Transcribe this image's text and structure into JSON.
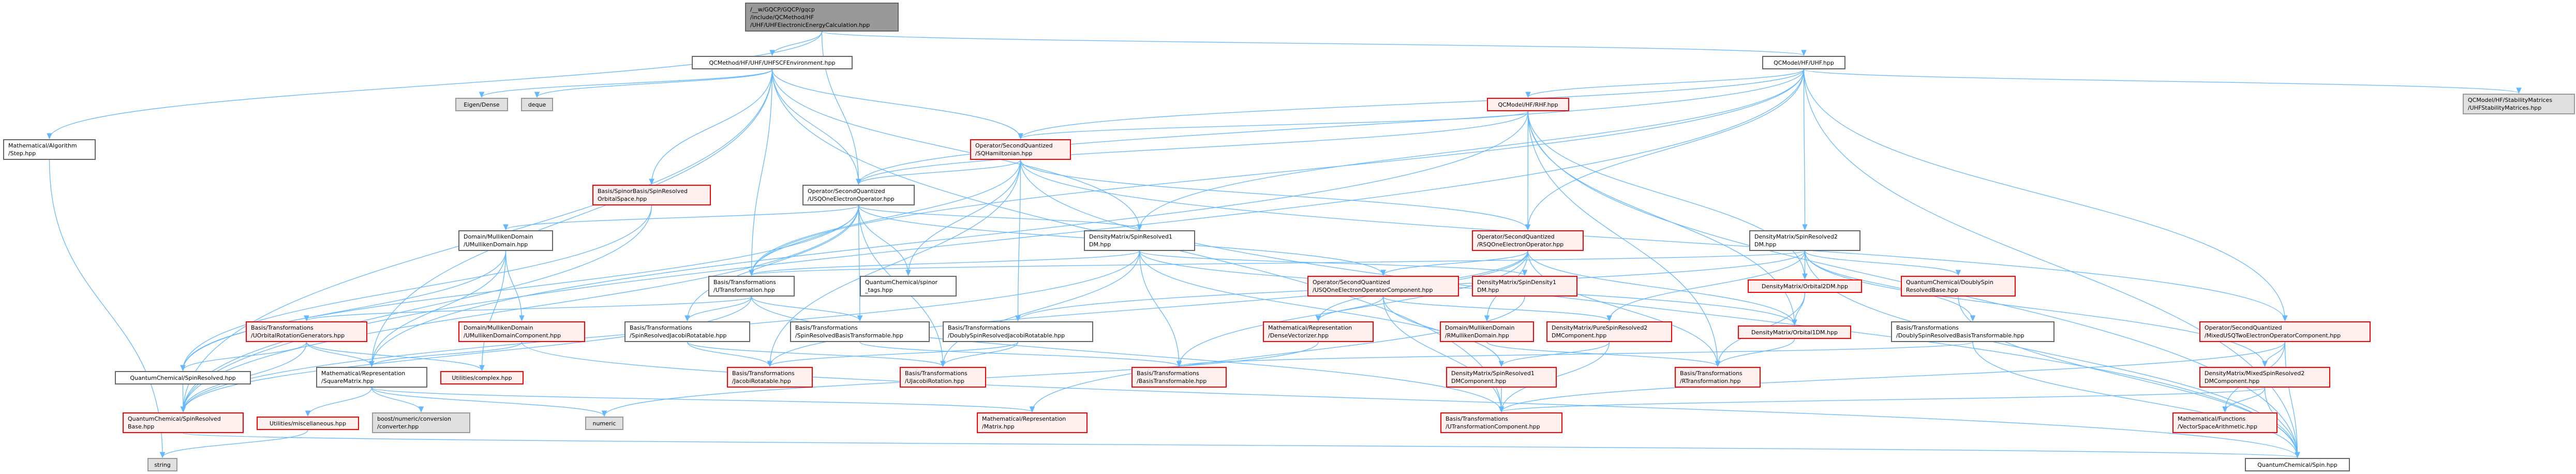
{
  "colors": {
    "edge": "#63b8ff",
    "red_border": "#ff0000",
    "red_fill": "#fff0f0",
    "ext_fill": "#e0e0e0",
    "root_fill": "#999999"
  },
  "nodes": [
    {
      "id": "root",
      "kind": "root",
      "lines": [
        "/__w/GQCP/GQCP/gqcp",
        "/include/QCMethod/HF",
        "/UHF/UHFElectronicEnergyCalculation.hpp"
      ]
    },
    {
      "id": "uhfscfenv",
      "kind": "plain",
      "lines": [
        "QCMethod/HF/UHF/UHFSCFEnvironment.hpp"
      ]
    },
    {
      "id": "uhf",
      "kind": "plain",
      "lines": [
        "QCModel/HF/UHF.hpp"
      ]
    },
    {
      "id": "rhf",
      "kind": "red",
      "lines": [
        "QCModel/HF/RHF.hpp"
      ]
    },
    {
      "id": "stability",
      "kind": "ext",
      "lines": [
        "QCModel/HF/StabilityMatrices",
        "/UHFStabilityMatrices.hpp"
      ]
    },
    {
      "id": "step",
      "kind": "plain",
      "lines": [
        "Mathematical/Algorithm",
        "/Step.hpp"
      ]
    },
    {
      "id": "eigen",
      "kind": "ext",
      "lines": [
        "Eigen/Dense"
      ]
    },
    {
      "id": "deque",
      "kind": "ext",
      "lines": [
        "deque"
      ]
    },
    {
      "id": "sqham",
      "kind": "red",
      "lines": [
        "Operator/SecondQuantized",
        "/SQHamiltonian.hpp"
      ]
    },
    {
      "id": "orbspace",
      "kind": "red",
      "lines": [
        "Basis/SpinorBasis/SpinResolved",
        "OrbitalSpace.hpp"
      ]
    },
    {
      "id": "usqone",
      "kind": "plain",
      "lines": [
        "Operator/SecondQuantized",
        "/USQOneElectronOperator.hpp"
      ]
    },
    {
      "id": "rsqone",
      "kind": "red",
      "lines": [
        "Operator/SecondQuantized",
        "/RSQOneElectronOperator.hpp"
      ]
    },
    {
      "id": "sr1dm",
      "kind": "plain",
      "lines": [
        "DensityMatrix/SpinResolved1",
        "DM.hpp"
      ]
    },
    {
      "id": "sr2dm",
      "kind": "plain",
      "lines": [
        "DensityMatrix/SpinResolved2",
        "DM.hpp"
      ]
    },
    {
      "id": "umull",
      "kind": "plain",
      "lines": [
        "Domain/MullikenDomain",
        "/UMullikenDomain.hpp"
      ]
    },
    {
      "id": "utrans",
      "kind": "plain",
      "lines": [
        "Basis/Transformations",
        "/UTransformation.hpp"
      ]
    },
    {
      "id": "spinortags",
      "kind": "plain",
      "lines": [
        "QuantumChemical/spinor",
        "_tags.hpp"
      ]
    },
    {
      "id": "usqonecomp",
      "kind": "red",
      "lines": [
        "Operator/SecondQuantized",
        "/USQOneElectronOperatorComponent.hpp"
      ]
    },
    {
      "id": "spindens1dm",
      "kind": "red",
      "lines": [
        "DensityMatrix/SpinDensity1",
        "DM.hpp"
      ]
    },
    {
      "id": "orb2dm",
      "kind": "red",
      "lines": [
        "DensityMatrix/Orbital2DM.hpp"
      ]
    },
    {
      "id": "dsrbase",
      "kind": "red",
      "lines": [
        "QuantumChemical/DoublySpin",
        "ResolvedBase.hpp"
      ]
    },
    {
      "id": "uorbrot",
      "kind": "red",
      "lines": [
        "Basis/Transformations",
        "/UOrbitalRotationGenerators.hpp"
      ]
    },
    {
      "id": "umullcomp",
      "kind": "red",
      "lines": [
        "Domain/MullikenDomain",
        "/UMullikenDomainComponent.hpp"
      ]
    },
    {
      "id": "srjacobi",
      "kind": "plain",
      "lines": [
        "Basis/Transformations",
        "/SpinResolvedJacobiRotatable.hpp"
      ]
    },
    {
      "id": "srbasistr",
      "kind": "plain",
      "lines": [
        "Basis/Transformations",
        "/SpinResolvedBasisTransformable.hpp"
      ]
    },
    {
      "id": "dsrjacobi",
      "kind": "plain",
      "lines": [
        "Basis/Transformations",
        "/DoublySpinResolvedJacobiRotatable.hpp"
      ]
    },
    {
      "id": "densevec",
      "kind": "red",
      "lines": [
        "Mathematical/Representation",
        "/DenseVectorizer.hpp"
      ]
    },
    {
      "id": "rmull",
      "kind": "red",
      "lines": [
        "Domain/MullikenDomain",
        "/RMullikenDomain.hpp"
      ]
    },
    {
      "id": "puresr2dm",
      "kind": "red",
      "lines": [
        "DensityMatrix/PureSpinResolved2",
        "DMComponent.hpp"
      ]
    },
    {
      "id": "orb1dm",
      "kind": "red",
      "lines": [
        "DensityMatrix/Orbital1DM.hpp"
      ]
    },
    {
      "id": "dsrbasistr",
      "kind": "plain",
      "lines": [
        "Basis/Transformations",
        "/DoublySpinResolvedBasisTransformable.hpp"
      ]
    },
    {
      "id": "mixedusq",
      "kind": "red",
      "lines": [
        "Operator/SecondQuantized",
        "/MixedUSQTwoElectronOperatorComponent.hpp"
      ]
    },
    {
      "id": "spinresolved",
      "kind": "plain",
      "lines": [
        "QuantumChemical/SpinResolved.hpp"
      ]
    },
    {
      "id": "squarematrix",
      "kind": "plain",
      "lines": [
        "Mathematical/Representation",
        "/SquareMatrix.hpp"
      ]
    },
    {
      "id": "complex",
      "kind": "red",
      "lines": [
        "Utilities/complex.hpp"
      ]
    },
    {
      "id": "jacobirot",
      "kind": "red",
      "lines": [
        "Basis/Transformations",
        "/JacobiRotatable.hpp"
      ]
    },
    {
      "id": "ujacobi",
      "kind": "red",
      "lines": [
        "Basis/Transformations",
        "/UJacobiRotation.hpp"
      ]
    },
    {
      "id": "basistr",
      "kind": "red",
      "lines": [
        "Basis/Transformations",
        "/BasisTransformable.hpp"
      ]
    },
    {
      "id": "sr1dmcomp",
      "kind": "red",
      "lines": [
        "DensityMatrix/SpinResolved1",
        "DMComponent.hpp"
      ]
    },
    {
      "id": "rtrans",
      "kind": "red",
      "lines": [
        "Basis/Transformations",
        "/RTransformation.hpp"
      ]
    },
    {
      "id": "mixedsr2dm",
      "kind": "red",
      "lines": [
        "DensityMatrix/MixedSpinResolved2",
        "DMComponent.hpp"
      ]
    },
    {
      "id": "srbase",
      "kind": "red",
      "lines": [
        "QuantumChemical/SpinResolved",
        "Base.hpp"
      ]
    },
    {
      "id": "misc",
      "kind": "red",
      "lines": [
        "Utilities/miscellaneous.hpp"
      ]
    },
    {
      "id": "converter",
      "kind": "ext",
      "lines": [
        "boost/numeric/conversion",
        "/converter.hpp"
      ]
    },
    {
      "id": "numeric",
      "kind": "ext",
      "lines": [
        "numeric"
      ]
    },
    {
      "id": "matrix",
      "kind": "red",
      "lines": [
        "Mathematical/Representation",
        "/Matrix.hpp"
      ]
    },
    {
      "id": "utranscomp",
      "kind": "red",
      "lines": [
        "Basis/Transformations",
        "/UTransformationComponent.hpp"
      ]
    },
    {
      "id": "vsa",
      "kind": "red",
      "lines": [
        "Mathematical/Functions",
        "/VectorSpaceArithmetic.hpp"
      ]
    },
    {
      "id": "string",
      "kind": "ext",
      "lines": [
        "string"
      ]
    },
    {
      "id": "spin",
      "kind": "plain",
      "lines": [
        "QuantumChemical/Spin.hpp"
      ]
    }
  ],
  "edges": [
    [
      "root",
      "uhfscfenv"
    ],
    [
      "root",
      "usqone"
    ],
    [
      "root",
      "uhf"
    ],
    [
      "root",
      "step"
    ],
    [
      "uhfscfenv",
      "eigen"
    ],
    [
      "uhfscfenv",
      "deque"
    ],
    [
      "uhfscfenv",
      "sqham"
    ],
    [
      "uhfscfenv",
      "usqone"
    ],
    [
      "uhfscfenv",
      "orbspace"
    ],
    [
      "uhfscfenv",
      "utrans"
    ],
    [
      "uhfscfenv",
      "sr1dm"
    ],
    [
      "uhfscfenv",
      "squarematrix"
    ],
    [
      "uhfscfenv",
      "utranscomp"
    ],
    [
      "uhfscfenv",
      "srbase"
    ],
    [
      "uhf",
      "rhf"
    ],
    [
      "uhf",
      "usqone"
    ],
    [
      "uhf",
      "sr2dm"
    ],
    [
      "uhf",
      "stability"
    ],
    [
      "uhf",
      "spin"
    ],
    [
      "uhf",
      "sr1dm"
    ],
    [
      "uhf",
      "utrans"
    ],
    [
      "uhf",
      "mixedusq"
    ],
    [
      "uhf",
      "sqham"
    ],
    [
      "uhf",
      "rsqone"
    ],
    [
      "uhf",
      "srbase"
    ],
    [
      "rhf",
      "rsqone"
    ],
    [
      "rhf",
      "sqham"
    ],
    [
      "rhf",
      "usqone"
    ],
    [
      "rhf",
      "orb1dm"
    ],
    [
      "rhf",
      "orb2dm"
    ],
    [
      "rhf",
      "rtrans"
    ],
    [
      "rhf",
      "spin"
    ],
    [
      "rhf",
      "squarematrix"
    ],
    [
      "sqham",
      "usqone"
    ],
    [
      "sqham",
      "rsqone"
    ],
    [
      "sqham",
      "spinortags"
    ],
    [
      "sqham",
      "utrans"
    ],
    [
      "sqham",
      "jacobirot"
    ],
    [
      "sqham",
      "dsrjacobi"
    ],
    [
      "sqham",
      "mixedusq"
    ],
    [
      "sqham",
      "spin"
    ],
    [
      "usqone",
      "usqonecomp"
    ],
    [
      "usqone",
      "sr1dm"
    ],
    [
      "usqone",
      "utrans"
    ],
    [
      "usqone",
      "spinortags"
    ],
    [
      "usqone",
      "srbase"
    ],
    [
      "usqone",
      "spinresolved"
    ],
    [
      "usqone",
      "srbasistr"
    ],
    [
      "usqone",
      "srjacobi"
    ],
    [
      "usqone",
      "ujacobi"
    ],
    [
      "usqone",
      "umull"
    ],
    [
      "sr1dm",
      "sr1dmcomp"
    ],
    [
      "sr1dm",
      "spindens1dm"
    ],
    [
      "sr1dm",
      "orb1dm"
    ],
    [
      "sr1dm",
      "srbase"
    ],
    [
      "sr1dm",
      "basistr"
    ],
    [
      "sr1dm",
      "ujacobi"
    ],
    [
      "sr1dm",
      "utrans"
    ],
    [
      "sr2dm",
      "orb2dm"
    ],
    [
      "sr2dm",
      "puresr2dm"
    ],
    [
      "sr2dm",
      "mixedsr2dm"
    ],
    [
      "sr2dm",
      "dsrbase"
    ],
    [
      "sr2dm",
      "dsrbasistr"
    ],
    [
      "sr2dm",
      "spin"
    ],
    [
      "sr2dm",
      "utrans"
    ],
    [
      "sr2dm",
      "dsrjacobi"
    ],
    [
      "rsqone",
      "usqonecomp"
    ],
    [
      "rsqone",
      "rmull"
    ],
    [
      "rsqone",
      "orb1dm"
    ],
    [
      "rsqone",
      "rtrans"
    ],
    [
      "rsqone",
      "densevec"
    ],
    [
      "rsqone",
      "basistr"
    ],
    [
      "rsqone",
      "jacobirot"
    ],
    [
      "usqonecomp",
      "densevec"
    ],
    [
      "usqonecomp",
      "sr1dmcomp"
    ],
    [
      "usqonecomp",
      "utranscomp"
    ],
    [
      "usqonecomp",
      "puresr2dm"
    ],
    [
      "spindens1dm",
      "matrix"
    ],
    [
      "orb2dm",
      "orb1dm"
    ],
    [
      "orb2dm",
      "rtrans"
    ],
    [
      "orb1dm",
      "rtrans"
    ],
    [
      "puresr2dm",
      "sr1dmcomp"
    ],
    [
      "puresr2dm",
      "utranscomp"
    ],
    [
      "sr1dmcomp",
      "utranscomp"
    ],
    [
      "rmull",
      "rtrans"
    ],
    [
      "utrans",
      "srjacobi"
    ],
    [
      "utrans",
      "srbasistr"
    ],
    [
      "utrans",
      "utranscomp"
    ],
    [
      "utrans",
      "srbase"
    ],
    [
      "utrans",
      "uorbrot"
    ],
    [
      "srjacobi",
      "jacobirot"
    ],
    [
      "srjacobi",
      "ujacobi"
    ],
    [
      "srbasistr",
      "basistr"
    ],
    [
      "dsrjacobi",
      "jacobirot"
    ],
    [
      "dsrjacobi",
      "ujacobi"
    ],
    [
      "uorbrot",
      "spinresolved"
    ],
    [
      "uorbrot",
      "srbase"
    ],
    [
      "uorbrot",
      "squarematrix"
    ],
    [
      "uorbrot",
      "complex"
    ],
    [
      "umull",
      "umullcomp"
    ],
    [
      "umull",
      "spinresolved"
    ],
    [
      "umull",
      "complex"
    ],
    [
      "umull",
      "squarematrix"
    ],
    [
      "umullcomp",
      "squarematrix"
    ],
    [
      "umullcomp",
      "spin"
    ],
    [
      "spinresolved",
      "srbase"
    ],
    [
      "squarematrix",
      "misc"
    ],
    [
      "squarematrix",
      "converter"
    ],
    [
      "squarematrix",
      "numeric"
    ],
    [
      "squarematrix",
      "matrix"
    ],
    [
      "misc",
      "string"
    ],
    [
      "srbase",
      "spin"
    ],
    [
      "step",
      "string"
    ],
    [
      "dsrbasistr",
      "spin"
    ],
    [
      "dsrbasistr",
      "basistr"
    ],
    [
      "dsrbase",
      "spin"
    ],
    [
      "mixedusq",
      "mixedsr2dm"
    ],
    [
      "mixedusq",
      "vsa"
    ],
    [
      "mixedusq",
      "spin"
    ],
    [
      "mixedusq",
      "utranscomp"
    ],
    [
      "mixedsr2dm",
      "vsa"
    ],
    [
      "mixedsr2dm",
      "spin"
    ],
    [
      "mixedsr2dm",
      "utranscomp"
    ],
    [
      "densevec",
      "numeric"
    ],
    [
      "orbspace",
      "srbase"
    ],
    [
      "orbspace",
      "spinresolved"
    ]
  ]
}
